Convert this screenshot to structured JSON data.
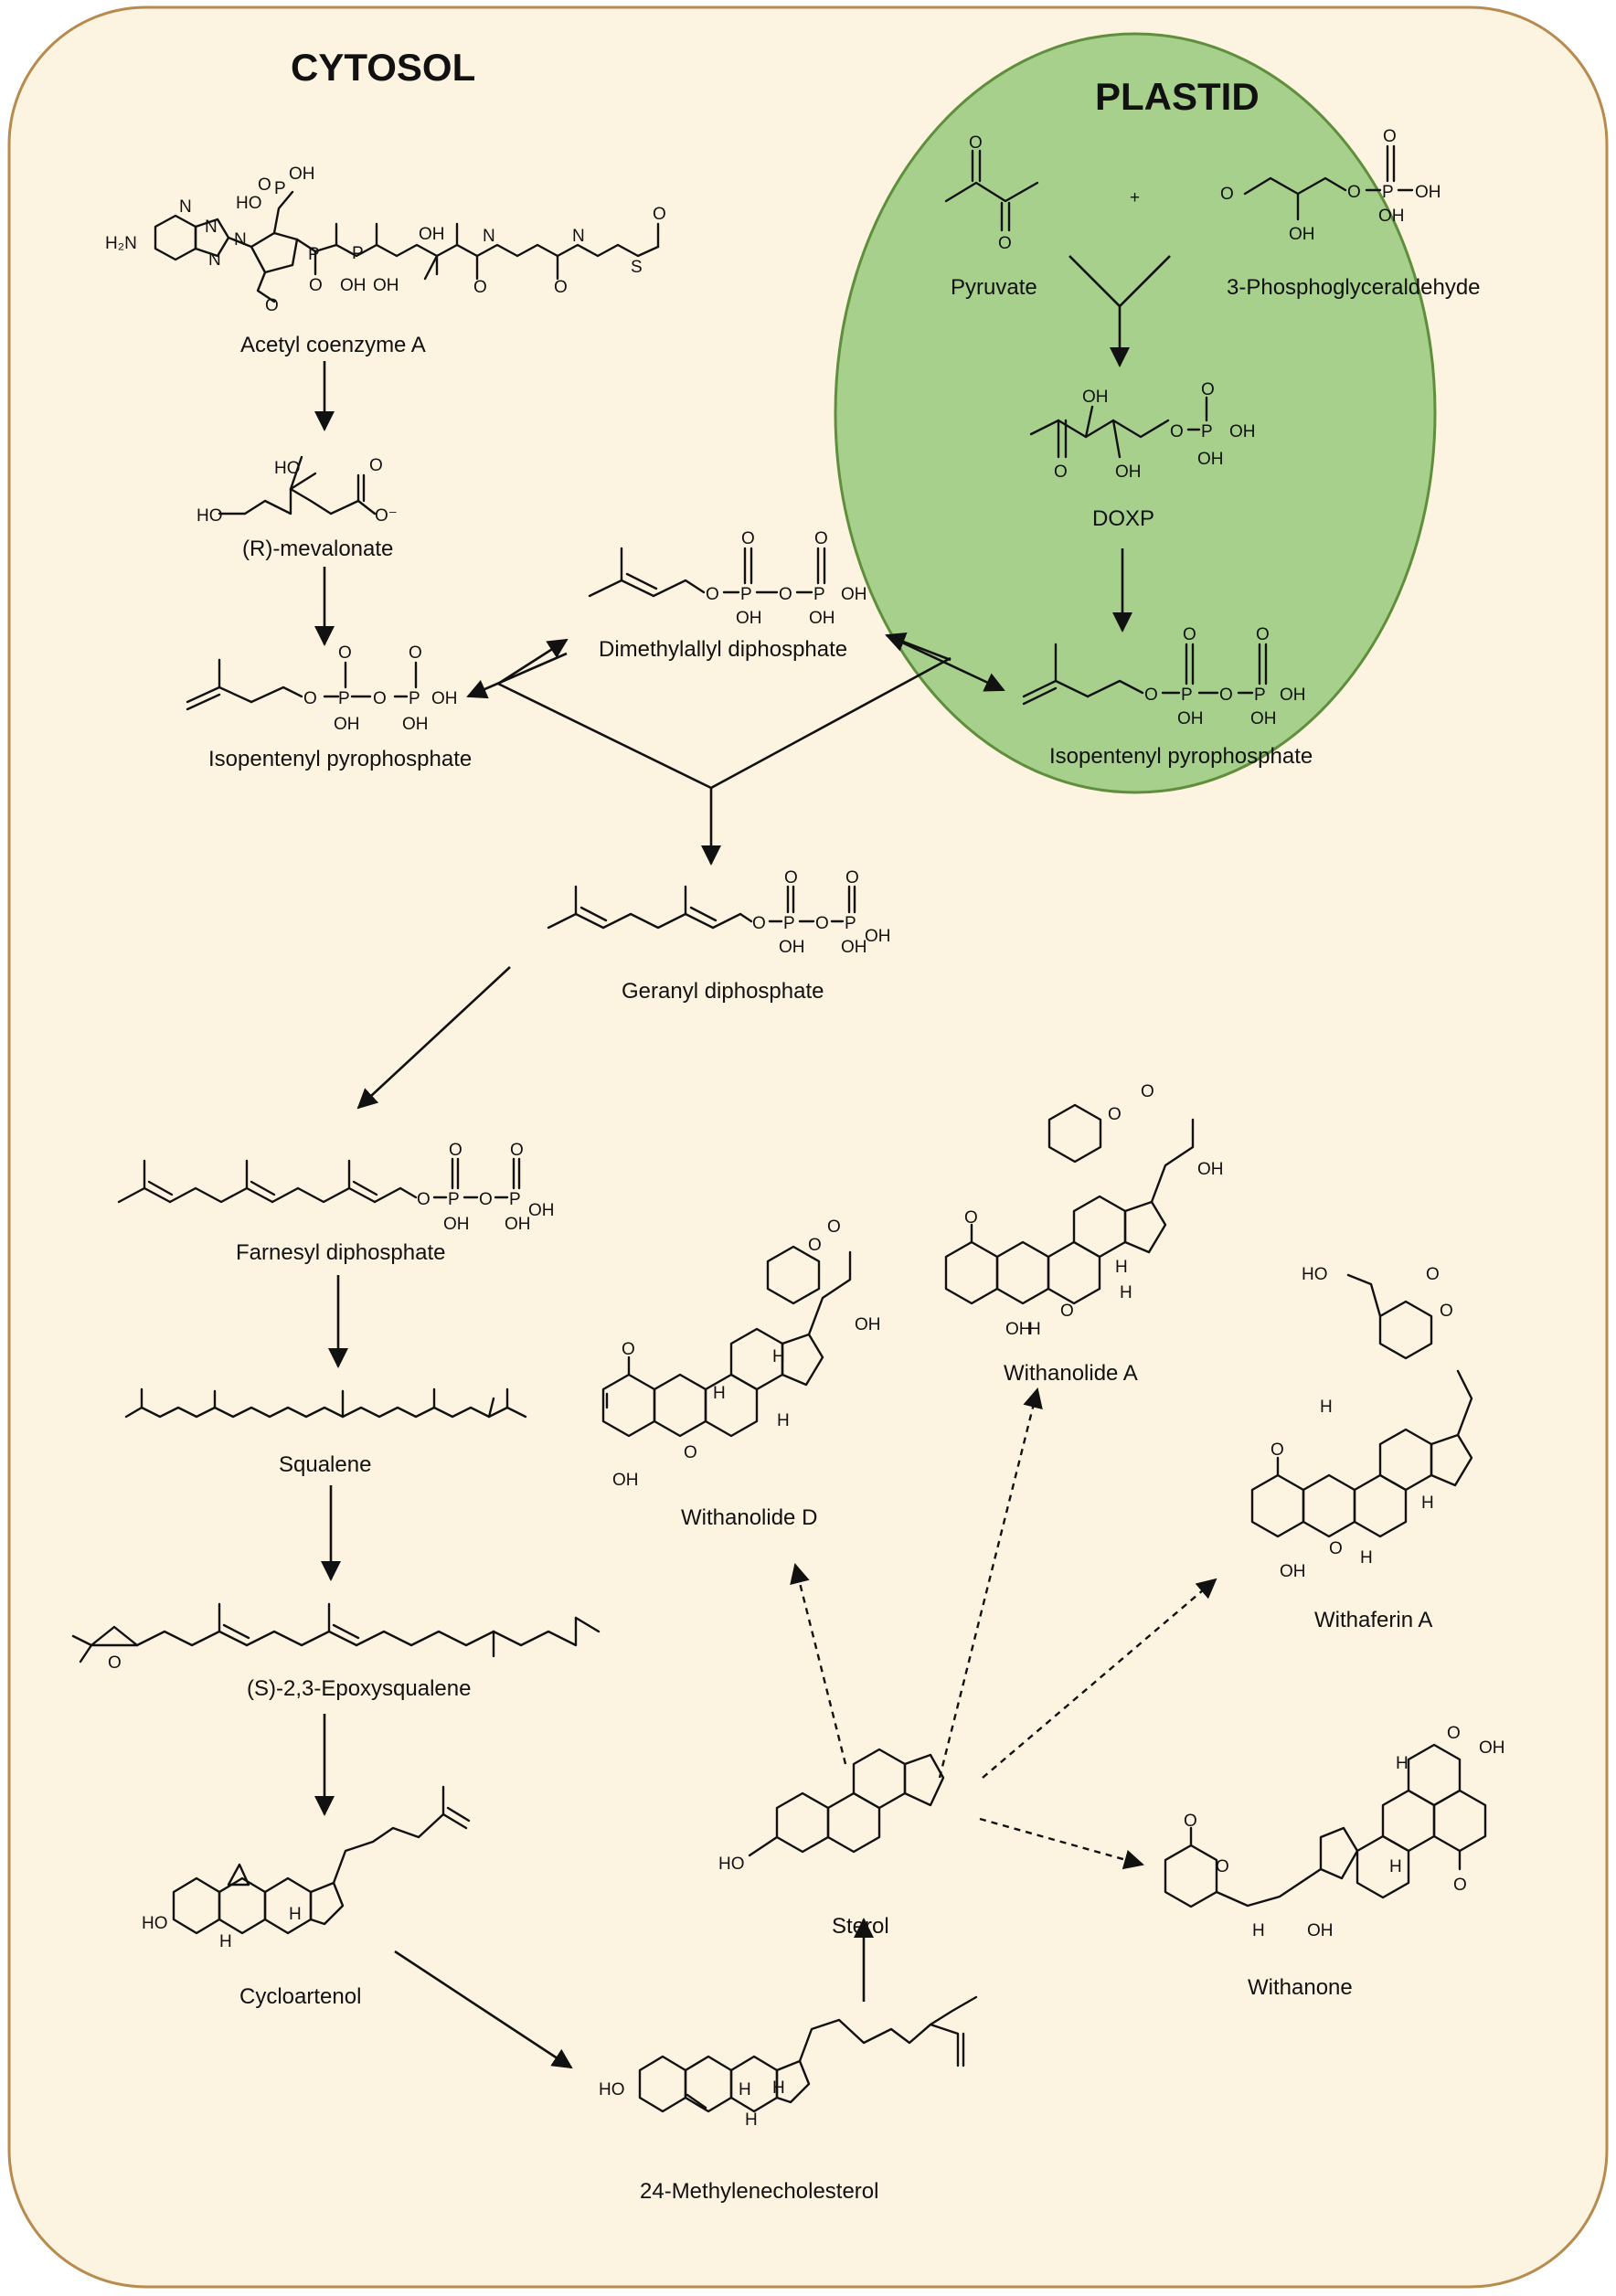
{
  "compartments": {
    "cytosol": "CYTOSOL",
    "plastid": "PLASTID"
  },
  "colors": {
    "cytosol_fill": "#fdf3e1",
    "cytosol_stroke": "#b78a4d",
    "plastid_fill": "#a8d08d",
    "plastid_stroke": "#5f8e3c"
  },
  "compounds": {
    "acetyl_coa": "Acetyl coenzyme A",
    "mevalonate": "(R)-mevalonate",
    "ipp_cytosol": "Isopentenyl pyrophosphate",
    "dmapp": "Dimethylallyl diphosphate",
    "pyruvate": "Pyruvate",
    "g3p": "3-Phosphoglyceraldehyde",
    "doxp": "DOXP",
    "ipp_plastid": "Isopentenyl pyrophosphate",
    "gpp": "Geranyl diphosphate",
    "fpp": "Farnesyl diphosphate",
    "squalene": "Squalene",
    "epoxysqualene": "(S)-2,3-Epoxysqualene",
    "cycloartenol": "Cycloartenol",
    "methylenecholesterol": "24-Methylenecholesterol",
    "sterol": "Sterol",
    "withanolide_d": "Withanolide D",
    "withanolide_a": "Withanolide A",
    "withaferin_a": "Withaferin A",
    "withanone": "Withanone"
  },
  "symbols": {
    "plus": "+",
    "oh": "OH",
    "ho": "HO",
    "o": "O",
    "p": "P",
    "s": "S",
    "n": "N",
    "h": "H",
    "h2n": "H₂N",
    "o_minus": "O⁻"
  }
}
